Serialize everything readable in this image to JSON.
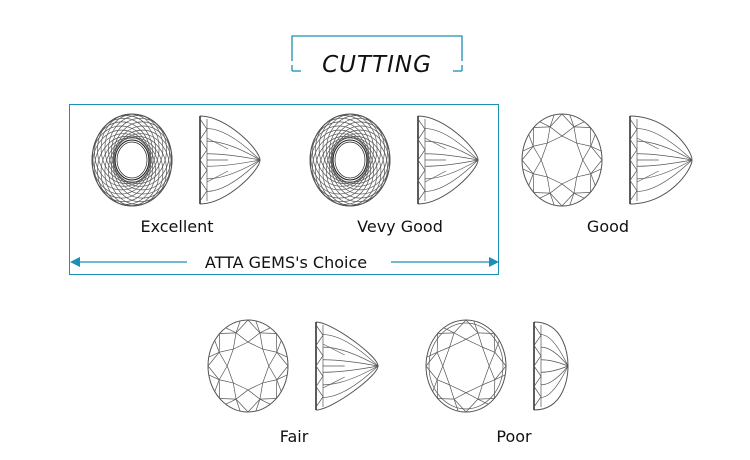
{
  "title": "CUTTING",
  "choice_label": "ATTA GEMS's Choice",
  "colors": {
    "accent": "#1b8fb4",
    "line": "#555555"
  },
  "grades": [
    {
      "label": "Excellent",
      "style": "excellent"
    },
    {
      "label": "Vevy Good",
      "style": "excellent"
    },
    {
      "label": "Good",
      "style": "good"
    },
    {
      "label": "Fair",
      "style": "fair"
    },
    {
      "label": "Poor",
      "style": "poor"
    }
  ]
}
